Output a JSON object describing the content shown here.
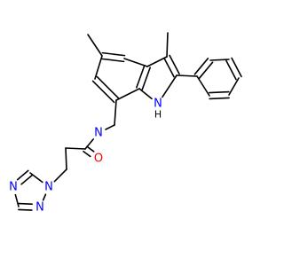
{
  "molecule": {
    "atoms": [
      {
        "id": "c1",
        "element": "C"
      },
      {
        "id": "c2",
        "element": "C"
      },
      {
        "id": "c3",
        "element": "C"
      },
      {
        "id": "c4",
        "element": "C"
      },
      {
        "id": "c5",
        "element": "C"
      },
      {
        "id": "c6",
        "element": "C"
      },
      {
        "id": "c7",
        "element": "C"
      },
      {
        "id": "c8",
        "element": "C"
      },
      {
        "id": "c9",
        "element": "C"
      },
      {
        "id": "c10",
        "element": "C"
      },
      {
        "id": "c11",
        "element": "C"
      },
      {
        "id": "n1",
        "element": "N",
        "label": "N",
        "color": "#0000ff",
        "hydrogen": "H"
      },
      {
        "id": "c12",
        "element": "C"
      },
      {
        "id": "c13",
        "element": "C"
      },
      {
        "id": "c14",
        "element": "C"
      },
      {
        "id": "c15",
        "element": "C"
      },
      {
        "id": "c16",
        "element": "C"
      },
      {
        "id": "c17",
        "element": "C"
      },
      {
        "id": "c18",
        "element": "C"
      },
      {
        "id": "n2",
        "element": "N",
        "label": "N",
        "color": "#0000ff"
      },
      {
        "id": "c19",
        "element": "C"
      },
      {
        "id": "o1",
        "element": "O",
        "label": "O",
        "color": "#ff0000"
      },
      {
        "id": "c20",
        "element": "C"
      },
      {
        "id": "c21",
        "element": "C"
      },
      {
        "id": "n3",
        "element": "N",
        "label": "N",
        "color": "#0000ff"
      },
      {
        "id": "c22",
        "element": "C"
      },
      {
        "id": "n4",
        "element": "N",
        "label": "N",
        "color": "#0000ff"
      },
      {
        "id": "c23",
        "element": "C"
      },
      {
        "id": "n5",
        "element": "N",
        "label": "N",
        "color": "#0000ff"
      }
    ],
    "bonds": [
      {
        "a": "c1",
        "b": "c2",
        "order": 1
      },
      {
        "a": "c2",
        "b": "c3",
        "order": 2
      },
      {
        "a": "c3",
        "b": "c4",
        "order": 1
      },
      {
        "a": "c4",
        "b": "c5",
        "order": 2
      },
      {
        "a": "c5",
        "b": "c6",
        "order": 1
      },
      {
        "a": "c6",
        "b": "c7",
        "order": 2
      },
      {
        "a": "c7",
        "b": "c2",
        "order": 1
      },
      {
        "a": "c4",
        "b": "c8",
        "order": 1
      },
      {
        "a": "c8",
        "b": "c9",
        "order": 1
      },
      {
        "a": "c8",
        "b": "c10",
        "order": 2
      },
      {
        "a": "c10",
        "b": "n1",
        "order": 1
      },
      {
        "a": "n1",
        "b": "c5",
        "order": 1
      },
      {
        "a": "c10",
        "b": "c11",
        "order": 1
      },
      {
        "a": "c11",
        "b": "c12",
        "order": 2
      },
      {
        "a": "c12",
        "b": "c13",
        "order": 1
      },
      {
        "a": "c13",
        "b": "c14",
        "order": 2
      },
      {
        "a": "c14",
        "b": "c15",
        "order": 1
      },
      {
        "a": "c15",
        "b": "c16",
        "order": 2
      },
      {
        "a": "c16",
        "b": "c11",
        "order": 1
      },
      {
        "a": "c6",
        "b": "c17",
        "order": 1
      },
      {
        "a": "c17",
        "b": "n2",
        "order": 1
      },
      {
        "a": "n2",
        "b": "c18",
        "order": 1
      },
      {
        "a": "c18",
        "b": "o1",
        "order": 2
      },
      {
        "a": "c18",
        "b": "c19",
        "order": 1
      },
      {
        "a": "c19",
        "b": "c20",
        "order": 1
      },
      {
        "a": "c20",
        "b": "n3",
        "order": 1
      },
      {
        "a": "n3",
        "b": "c21",
        "order": 1
      },
      {
        "a": "c21",
        "b": "n4",
        "order": 2
      },
      {
        "a": "n4",
        "b": "c22",
        "order": 1
      },
      {
        "a": "c22",
        "b": "n5",
        "order": 2
      },
      {
        "a": "n5",
        "b": "n3",
        "order": 1
      }
    ]
  }
}
